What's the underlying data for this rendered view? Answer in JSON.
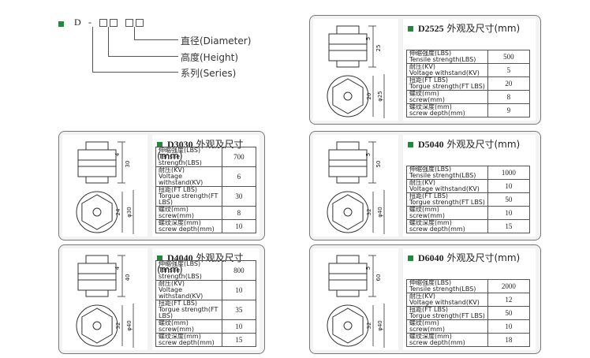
{
  "legend": {
    "prefix": "D",
    "dash": "-",
    "lines": [
      {
        "label": "直径(Diameter)"
      },
      {
        "label": "高度(Height)"
      },
      {
        "label": "系列(Series)"
      }
    ]
  },
  "cards": [
    {
      "title_code": "D2525",
      "title_cn": "外观及尺寸(mm)",
      "dims": {
        "a": "5",
        "b": "25",
        "c": "20",
        "d": "φ25"
      },
      "rows": [
        {
          "cn": "伸缩强度(LBS)",
          "en": "Tensile strength(LBS)",
          "value": "500"
        },
        {
          "cn": "耐压(KV)",
          "en": "Voltage withstand(KV)",
          "value": "5"
        },
        {
          "cn": "扭距(FT LBS)",
          "en": "Torgue strength(FT LBS)",
          "value": "20"
        },
        {
          "cn": "螺纹(mm)",
          "en": "screw(mm)",
          "value": "8"
        },
        {
          "cn": "螺纹深度(mm)",
          "en": "screw depth(mm)",
          "value": "9"
        }
      ]
    },
    {
      "title_code": "D3030",
      "title_cn": "外观及尺寸(mm)",
      "dims": {
        "a": "4",
        "b": "30",
        "c": "24",
        "d": "φ30"
      },
      "rows": [
        {
          "cn": "伸缩强度(LBS)",
          "en": "Tensile strength(LBS)",
          "value": "700"
        },
        {
          "cn": "耐压(KV)",
          "en": "Voltage withstand(KV)",
          "value": "6"
        },
        {
          "cn": "扭距(FT LBS)",
          "en": "Torgue strength(FT LBS)",
          "value": "30"
        },
        {
          "cn": "螺纹(mm)",
          "en": "screw(mm)",
          "value": "8"
        },
        {
          "cn": "螺纹深度(mm)",
          "en": "screw depth(mm)",
          "value": "10"
        }
      ]
    },
    {
      "title_code": "D5040",
      "title_cn": "外观及尺寸(mm)",
      "dims": {
        "a": "5",
        "b": "50",
        "c": "32",
        "d": "φ40"
      },
      "rows": [
        {
          "cn": "伸缩强度(LBS)",
          "en": "Tensile strength(LBS)",
          "value": "1000"
        },
        {
          "cn": "耐压(KV)",
          "en": "Voltage withstand(KV)",
          "value": "10"
        },
        {
          "cn": "扭距(FT LBS)",
          "en": "Torgue strength(FT LBS)",
          "value": "50"
        },
        {
          "cn": "螺纹(mm)",
          "en": "screw(mm)",
          "value": "10"
        },
        {
          "cn": "螺纹深度(mm)",
          "en": "screw depth(mm)",
          "value": "15"
        }
      ]
    },
    {
      "title_code": "D4040",
      "title_cn": "外观及尺寸(mm)",
      "dims": {
        "a": "4",
        "b": "40",
        "c": "32",
        "d": "φ40"
      },
      "rows": [
        {
          "cn": "伸缩强度(LBS)",
          "en": "Tensile strength(LBS)",
          "value": "800"
        },
        {
          "cn": "耐压(KV)",
          "en": "Voltage withstand(KV)",
          "value": "10"
        },
        {
          "cn": "扭距(FT LBS)",
          "en": "Torgue strength(FT LBS)",
          "value": "35"
        },
        {
          "cn": "螺纹(mm)",
          "en": "screw(mm)",
          "value": "10"
        },
        {
          "cn": "螺纹深度(mm)",
          "en": "screw depth(mm)",
          "value": "15"
        }
      ]
    },
    {
      "title_code": "D6040",
      "title_cn": "外观及尺寸(mm)",
      "dims": {
        "a": "5",
        "b": "60",
        "c": "32",
        "d": "φ40"
      },
      "rows": [
        {
          "cn": "伸缩强度(LBS)",
          "en": "Tensile strength(LBS)",
          "value": "2000"
        },
        {
          "cn": "耐压(KV)",
          "en": "Voltage withstand(KV)",
          "value": "12"
        },
        {
          "cn": "扭距(FT LBS)",
          "en": "Torgue strength(FT LBS)",
          "value": "50"
        },
        {
          "cn": "螺纹(mm)",
          "en": "screw(mm)",
          "value": "10"
        },
        {
          "cn": "螺纹深度(mm)",
          "en": "screw depth(mm)",
          "value": "18"
        }
      ]
    }
  ]
}
